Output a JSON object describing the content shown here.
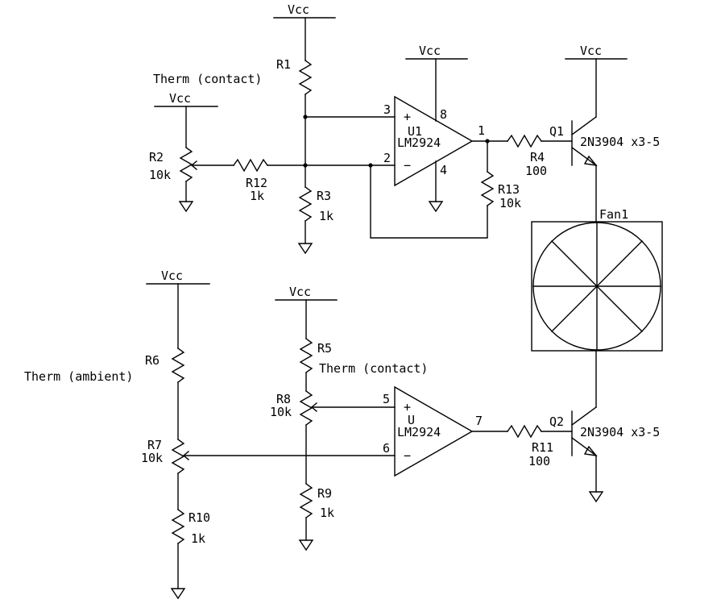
{
  "power": {
    "vcc_r1": "Vcc",
    "vcc_u1": "Vcc",
    "vcc_q1": "Vcc",
    "vcc_r2": "Vcc",
    "vcc_r6": "Vcc",
    "vcc_r5": "Vcc"
  },
  "r1": {
    "ref": "R1",
    "value": "Therm (contact)"
  },
  "r2": {
    "ref": "R2",
    "value": "10k"
  },
  "r3": {
    "ref": "R3",
    "value": "1k"
  },
  "r4": {
    "ref": "R4",
    "value": "100"
  },
  "r5": {
    "ref": "R5",
    "value": "Therm (contact)"
  },
  "r6": {
    "ref": "R6",
    "value": "Therm (ambient)"
  },
  "r7": {
    "ref": "R7",
    "value": "10k"
  },
  "r8": {
    "ref": "R8",
    "value": "10k"
  },
  "r9": {
    "ref": "R9",
    "value": "1k"
  },
  "r10": {
    "ref": "R10",
    "value": "1k"
  },
  "r11": {
    "ref": "R11",
    "value": "100"
  },
  "r12": {
    "ref": "R12",
    "value": "1k"
  },
  "r13": {
    "ref": "R13",
    "value": "10k"
  },
  "u1": {
    "ref": "U1",
    "part": "LM2924",
    "pin_plus": "3",
    "pin_minus": "2",
    "pin_out": "1",
    "pin_vcc": "8",
    "pin_gnd": "4",
    "sign_plus": "+",
    "sign_minus": "−"
  },
  "u2": {
    "ref": "U",
    "part": "LM2924",
    "pin_plus": "5",
    "pin_minus": "6",
    "pin_out": "7",
    "sign_plus": "+",
    "sign_minus": "−"
  },
  "q1": {
    "ref": "Q1",
    "part": "2N3904 x3-5"
  },
  "q2": {
    "ref": "Q2",
    "part": "2N3904 x3-5"
  },
  "fan": {
    "ref": "Fan1"
  }
}
